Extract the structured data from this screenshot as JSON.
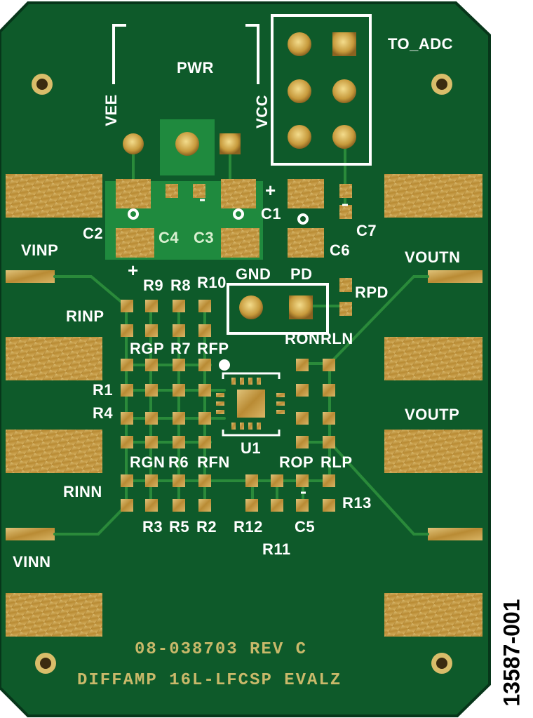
{
  "board": {
    "silk": {
      "pwr": "PWR",
      "vee": "VEE",
      "vcc": "VCC",
      "to_adc": "TO_ADC",
      "c1": "C1",
      "c2": "C2",
      "c3": "C3",
      "c4": "C4",
      "c5": "C5",
      "c6": "C6",
      "c7": "C7",
      "vinp": "VINP",
      "vinn": "VINN",
      "voutn": "VOUTN",
      "voutp": "VOUTP",
      "gnd": "GND",
      "pd": "PD",
      "rpd": "RPD",
      "r9": "R9",
      "r8": "R8",
      "r10": "R10",
      "rinp": "RINP",
      "rinn": "RINN",
      "rgp": "RGP",
      "r7": "R7",
      "rfp": "RFP",
      "ron": "RON",
      "rln": "RLN",
      "r1": "R1",
      "r4": "R4",
      "rgn": "RGN",
      "r6": "R6",
      "rfn": "RFN",
      "u1": "U1",
      "rop": "ROP",
      "rlp": "RLP",
      "r13": "R13",
      "r3": "R3",
      "r5": "R5",
      "r2": "R2",
      "r12": "R12",
      "r11": "R11",
      "plus1": "+",
      "plus2": "+"
    },
    "part_number": "08-038703 REV C",
    "product_name": "DIFFAMP 16L-LFCSP EVALZ"
  },
  "figure_id": "13587-001",
  "colors": {
    "soldermask": "#0f5a2b",
    "copper": "#c9a24a",
    "silkscreen": "#ffffff",
    "outline": "#0a3d1c"
  }
}
